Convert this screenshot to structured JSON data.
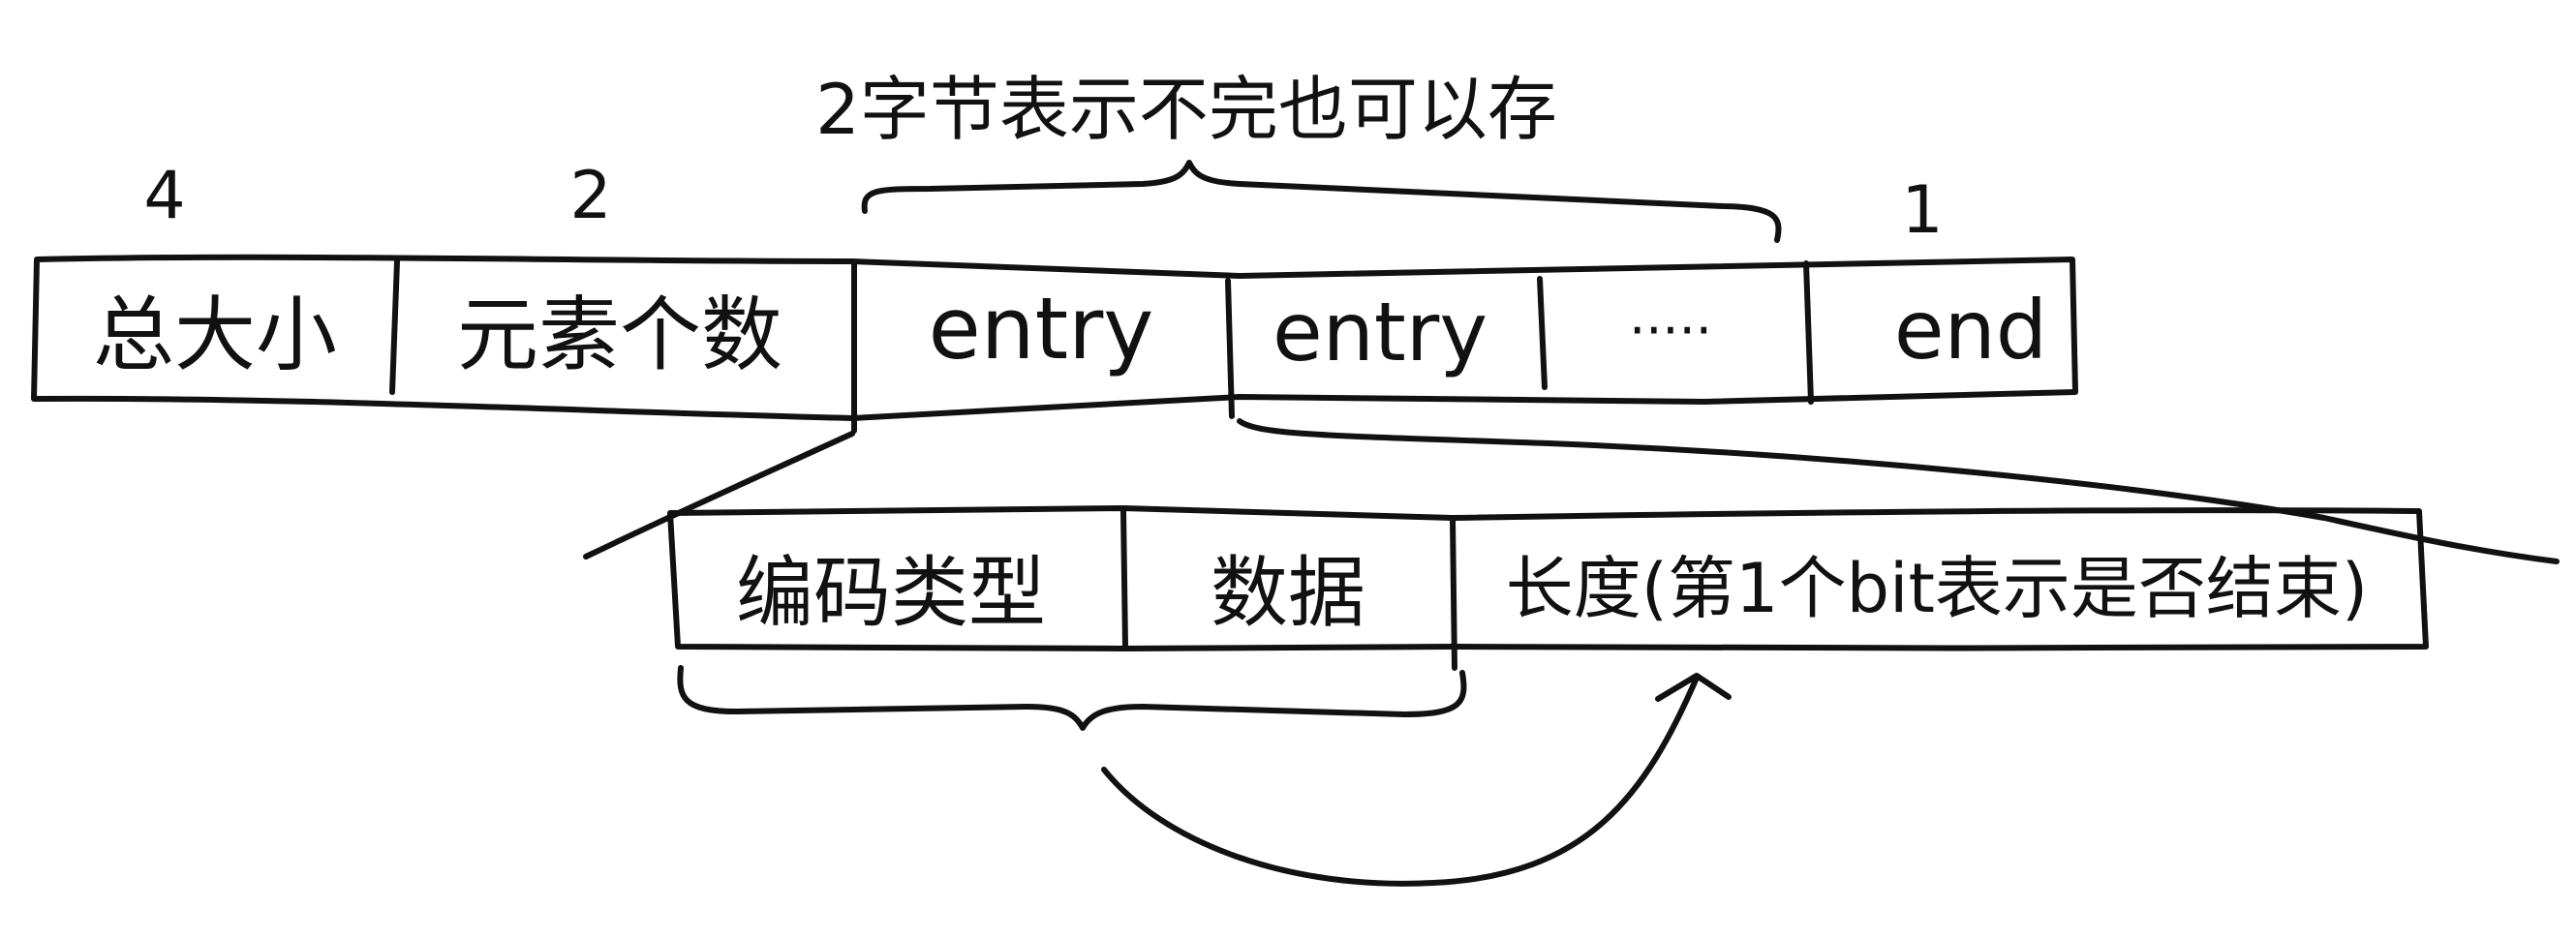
{
  "colors": {
    "ink": "#111111",
    "paper": "#ffffff"
  },
  "annotations": {
    "top_brace_note": "2字节表示不完也可以存",
    "size_total": "4",
    "size_count": "2",
    "size_end": "1"
  },
  "top_row": {
    "cells": [
      {
        "label": "总大小"
      },
      {
        "label": "元素个数"
      },
      {
        "label": "entry"
      },
      {
        "label": "entry"
      },
      {
        "label": "·····"
      },
      {
        "label": "end"
      }
    ]
  },
  "entry_row": {
    "cells": [
      {
        "label": "编码类型"
      },
      {
        "label": "数据"
      },
      {
        "label": "长度(第1个bit表示是否结束)"
      }
    ]
  }
}
